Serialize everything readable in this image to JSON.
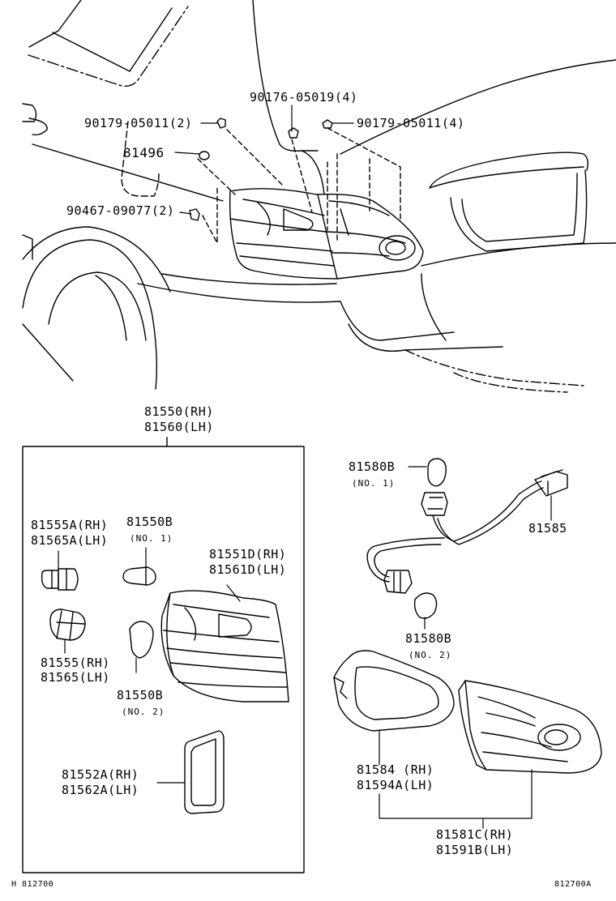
{
  "labels": {
    "p90179_2": "90179-05011(2)",
    "p90176": "90176-05019(4)",
    "p90179_4": "90179-05011(4)",
    "p81496": "81496",
    "p90467": "90467-09077(2)",
    "lamp_rh": "81550(RH)",
    "lamp_lh": "81560(LH)",
    "socket_a_rh": "81555A(RH)",
    "socket_a_lh": "81565A(LH)",
    "bulb_b1": "81550B",
    "bulb_b1_note": "(NO. 1)",
    "lens_rh": "81551D(RH)",
    "lens_lh": "81561D(LH)",
    "socket_rh": "81555(RH)",
    "socket_lh": "81565(LH)",
    "bulb_b2": "81550B",
    "bulb_b2_note": "(NO. 2)",
    "gasket_rh": "81552A(RH)",
    "gasket_lh": "81562A(LH)",
    "inner_bulb1": "81580B",
    "inner_bulb1_note": "(NO. 1)",
    "wire": "81585",
    "inner_bulb2": "81580B",
    "inner_bulb2_note": "(NO. 2)",
    "inner_gasket_rh": "81584 (RH)",
    "inner_gasket_lh": "81594A(LH)",
    "inner_lamp_rh": "81581C(RH)",
    "inner_lamp_lh": "81591B(LH)"
  },
  "footer": {
    "left": "H 812700",
    "right": "812700A"
  }
}
